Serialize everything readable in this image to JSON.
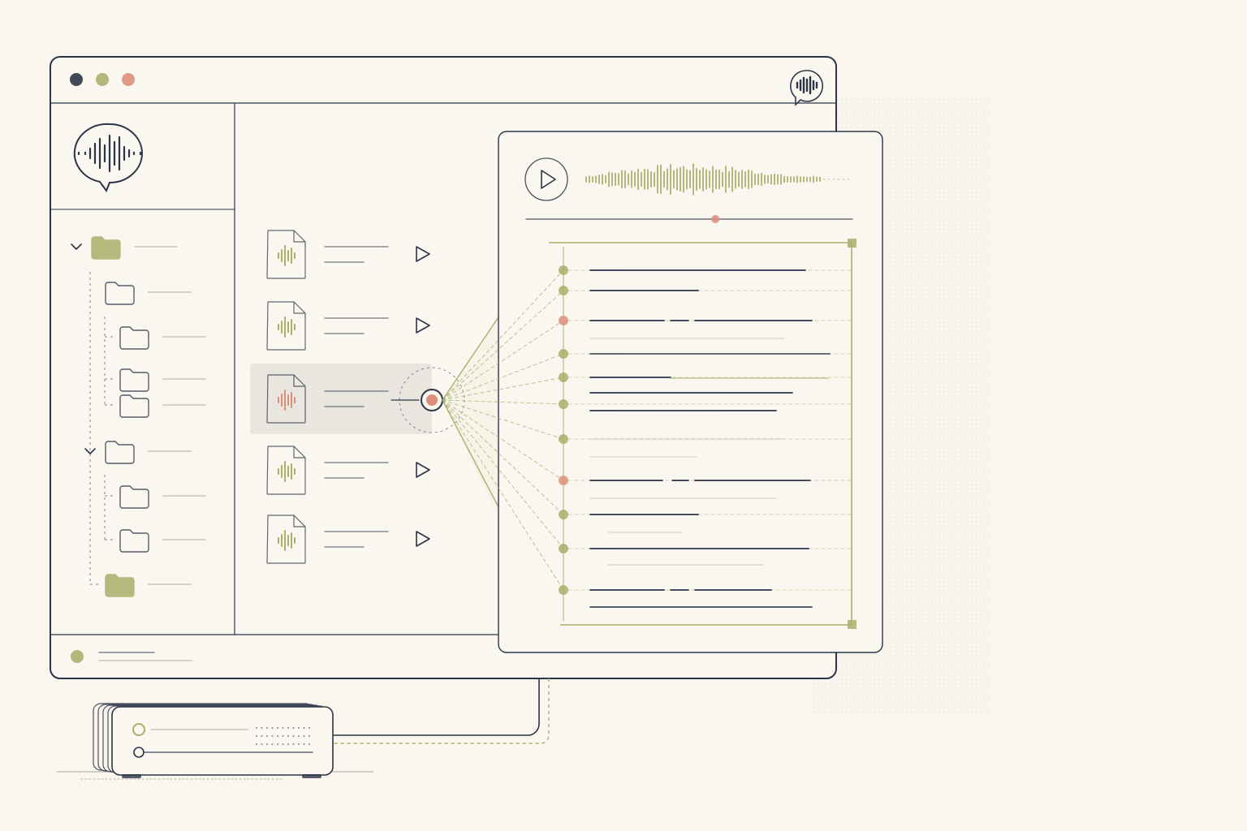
{
  "colors": {
    "background": "#faf6ee",
    "panel": "#faf7f0",
    "ink": "#2c3548",
    "gray": "#c9c6bd",
    "accent_green": "#a8b06a",
    "accent_salmon": "#de8f7c",
    "selection": "#e6e3dc"
  },
  "window": {
    "traffic_lights": [
      "#2c3548",
      "#a8b06a",
      "#de8f7c"
    ],
    "header_icon": "chat-waveform-icon"
  },
  "sidebar": {
    "logo_icon": "waveform-speech-bubble-icon",
    "tree": [
      {
        "icon": "folder-filled-icon",
        "state": "expanded",
        "level": 0
      },
      {
        "icon": "folder-outline-icon",
        "state": "leaf",
        "level": 1
      },
      {
        "icon": "folder-outline-icon",
        "state": "leaf",
        "level": 2
      },
      {
        "icon": "folder-outline-icon",
        "state": "leaf",
        "level": 2
      },
      {
        "icon": "folder-outline-icon",
        "state": "leaf",
        "level": 2
      },
      {
        "icon": "folder-outline-icon",
        "state": "expanded",
        "level": 1
      },
      {
        "icon": "folder-outline-icon",
        "state": "leaf",
        "level": 2
      },
      {
        "icon": "folder-outline-icon",
        "state": "leaf",
        "level": 2
      },
      {
        "icon": "folder-filled-icon",
        "state": "leaf",
        "level": 1
      }
    ]
  },
  "files": {
    "items": [
      {
        "icon": "audio-file-icon",
        "selected": false,
        "action": "play-icon"
      },
      {
        "icon": "audio-file-icon",
        "selected": false,
        "action": "play-icon"
      },
      {
        "icon": "audio-file-icon",
        "selected": true,
        "action": "selection-node-icon"
      },
      {
        "icon": "audio-file-icon",
        "selected": false,
        "action": "play-icon"
      },
      {
        "icon": "audio-file-icon",
        "selected": false,
        "action": "play-icon"
      }
    ]
  },
  "player": {
    "play_icon": "play-icon",
    "progress": 0.58
  },
  "transcript": {
    "segments": [
      {
        "marker": "#a8b06a"
      },
      {
        "marker": "#a8b06a"
      },
      {
        "marker": "#de8f7c"
      },
      {
        "marker": "#a8b06a"
      },
      {
        "marker": "#a8b06a"
      },
      {
        "marker": "#a8b06a"
      },
      {
        "marker": "#a8b06a"
      },
      {
        "marker": "#de8f7c"
      },
      {
        "marker": "#a8b06a"
      },
      {
        "marker": "#a8b06a"
      },
      {
        "marker": "#a8b06a"
      }
    ]
  },
  "status_bar": {
    "indicator_color": "#a8b06a"
  },
  "device": {
    "icon": "storage-server-icon"
  }
}
